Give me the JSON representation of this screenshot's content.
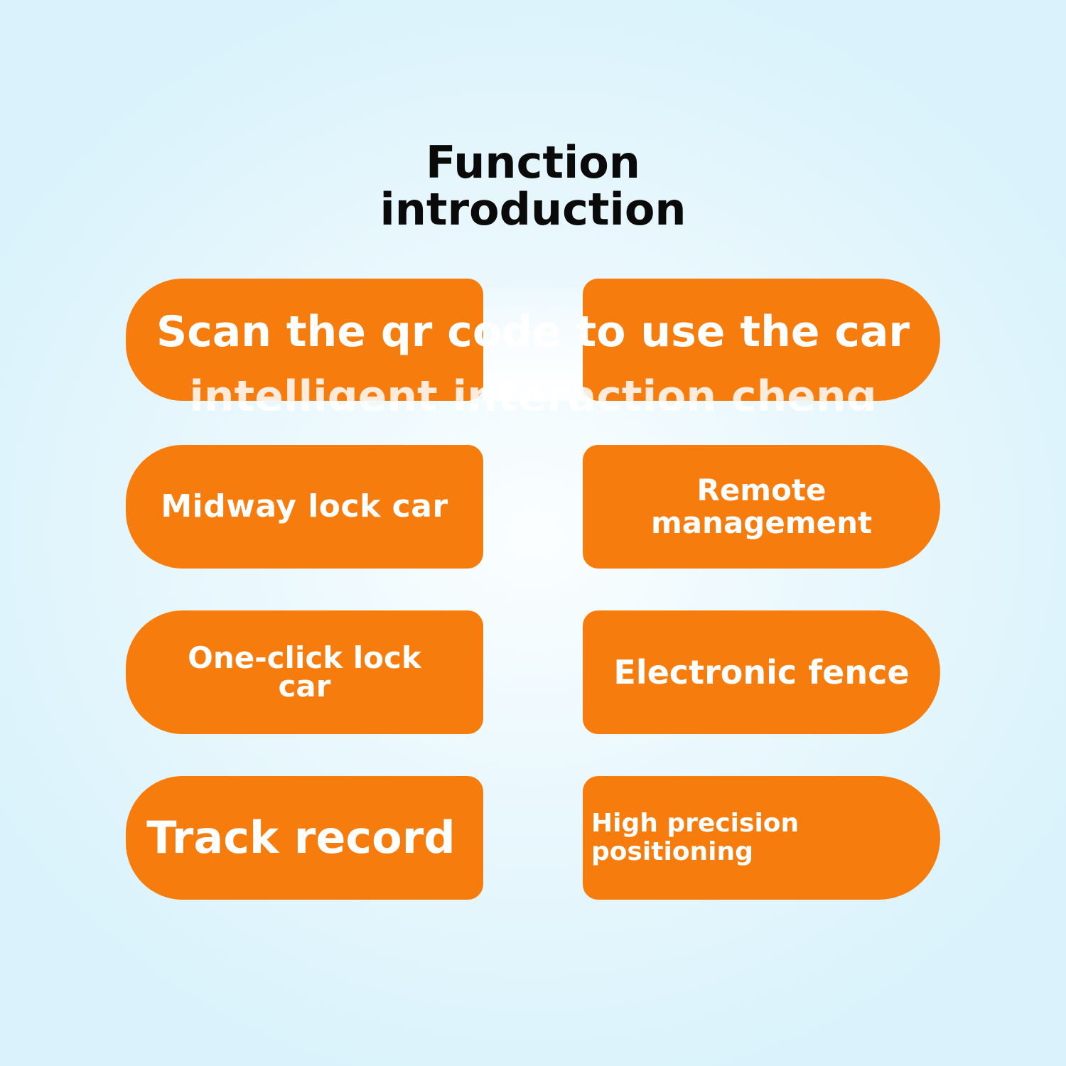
{
  "title": {
    "line1": "Function",
    "line2": "introduction"
  },
  "banner": {
    "line1": "Scan the qr code to use the car",
    "line2": "intelligent interaction cheng"
  },
  "features": {
    "midway": "Midway lock car",
    "remote_line1": "Remote",
    "remote_line2": "management",
    "oneclick_line1": "One-click lock",
    "oneclick_line2": "car",
    "fence": "Electronic fence",
    "track": "Track record",
    "highprec_line1": "High precision",
    "highprec_line2": "positioning"
  },
  "colors": {
    "accent": "#f77c0e",
    "background": "#dff4fc",
    "title_text": "#0a0a0a",
    "pill_text": "#ffffff"
  }
}
